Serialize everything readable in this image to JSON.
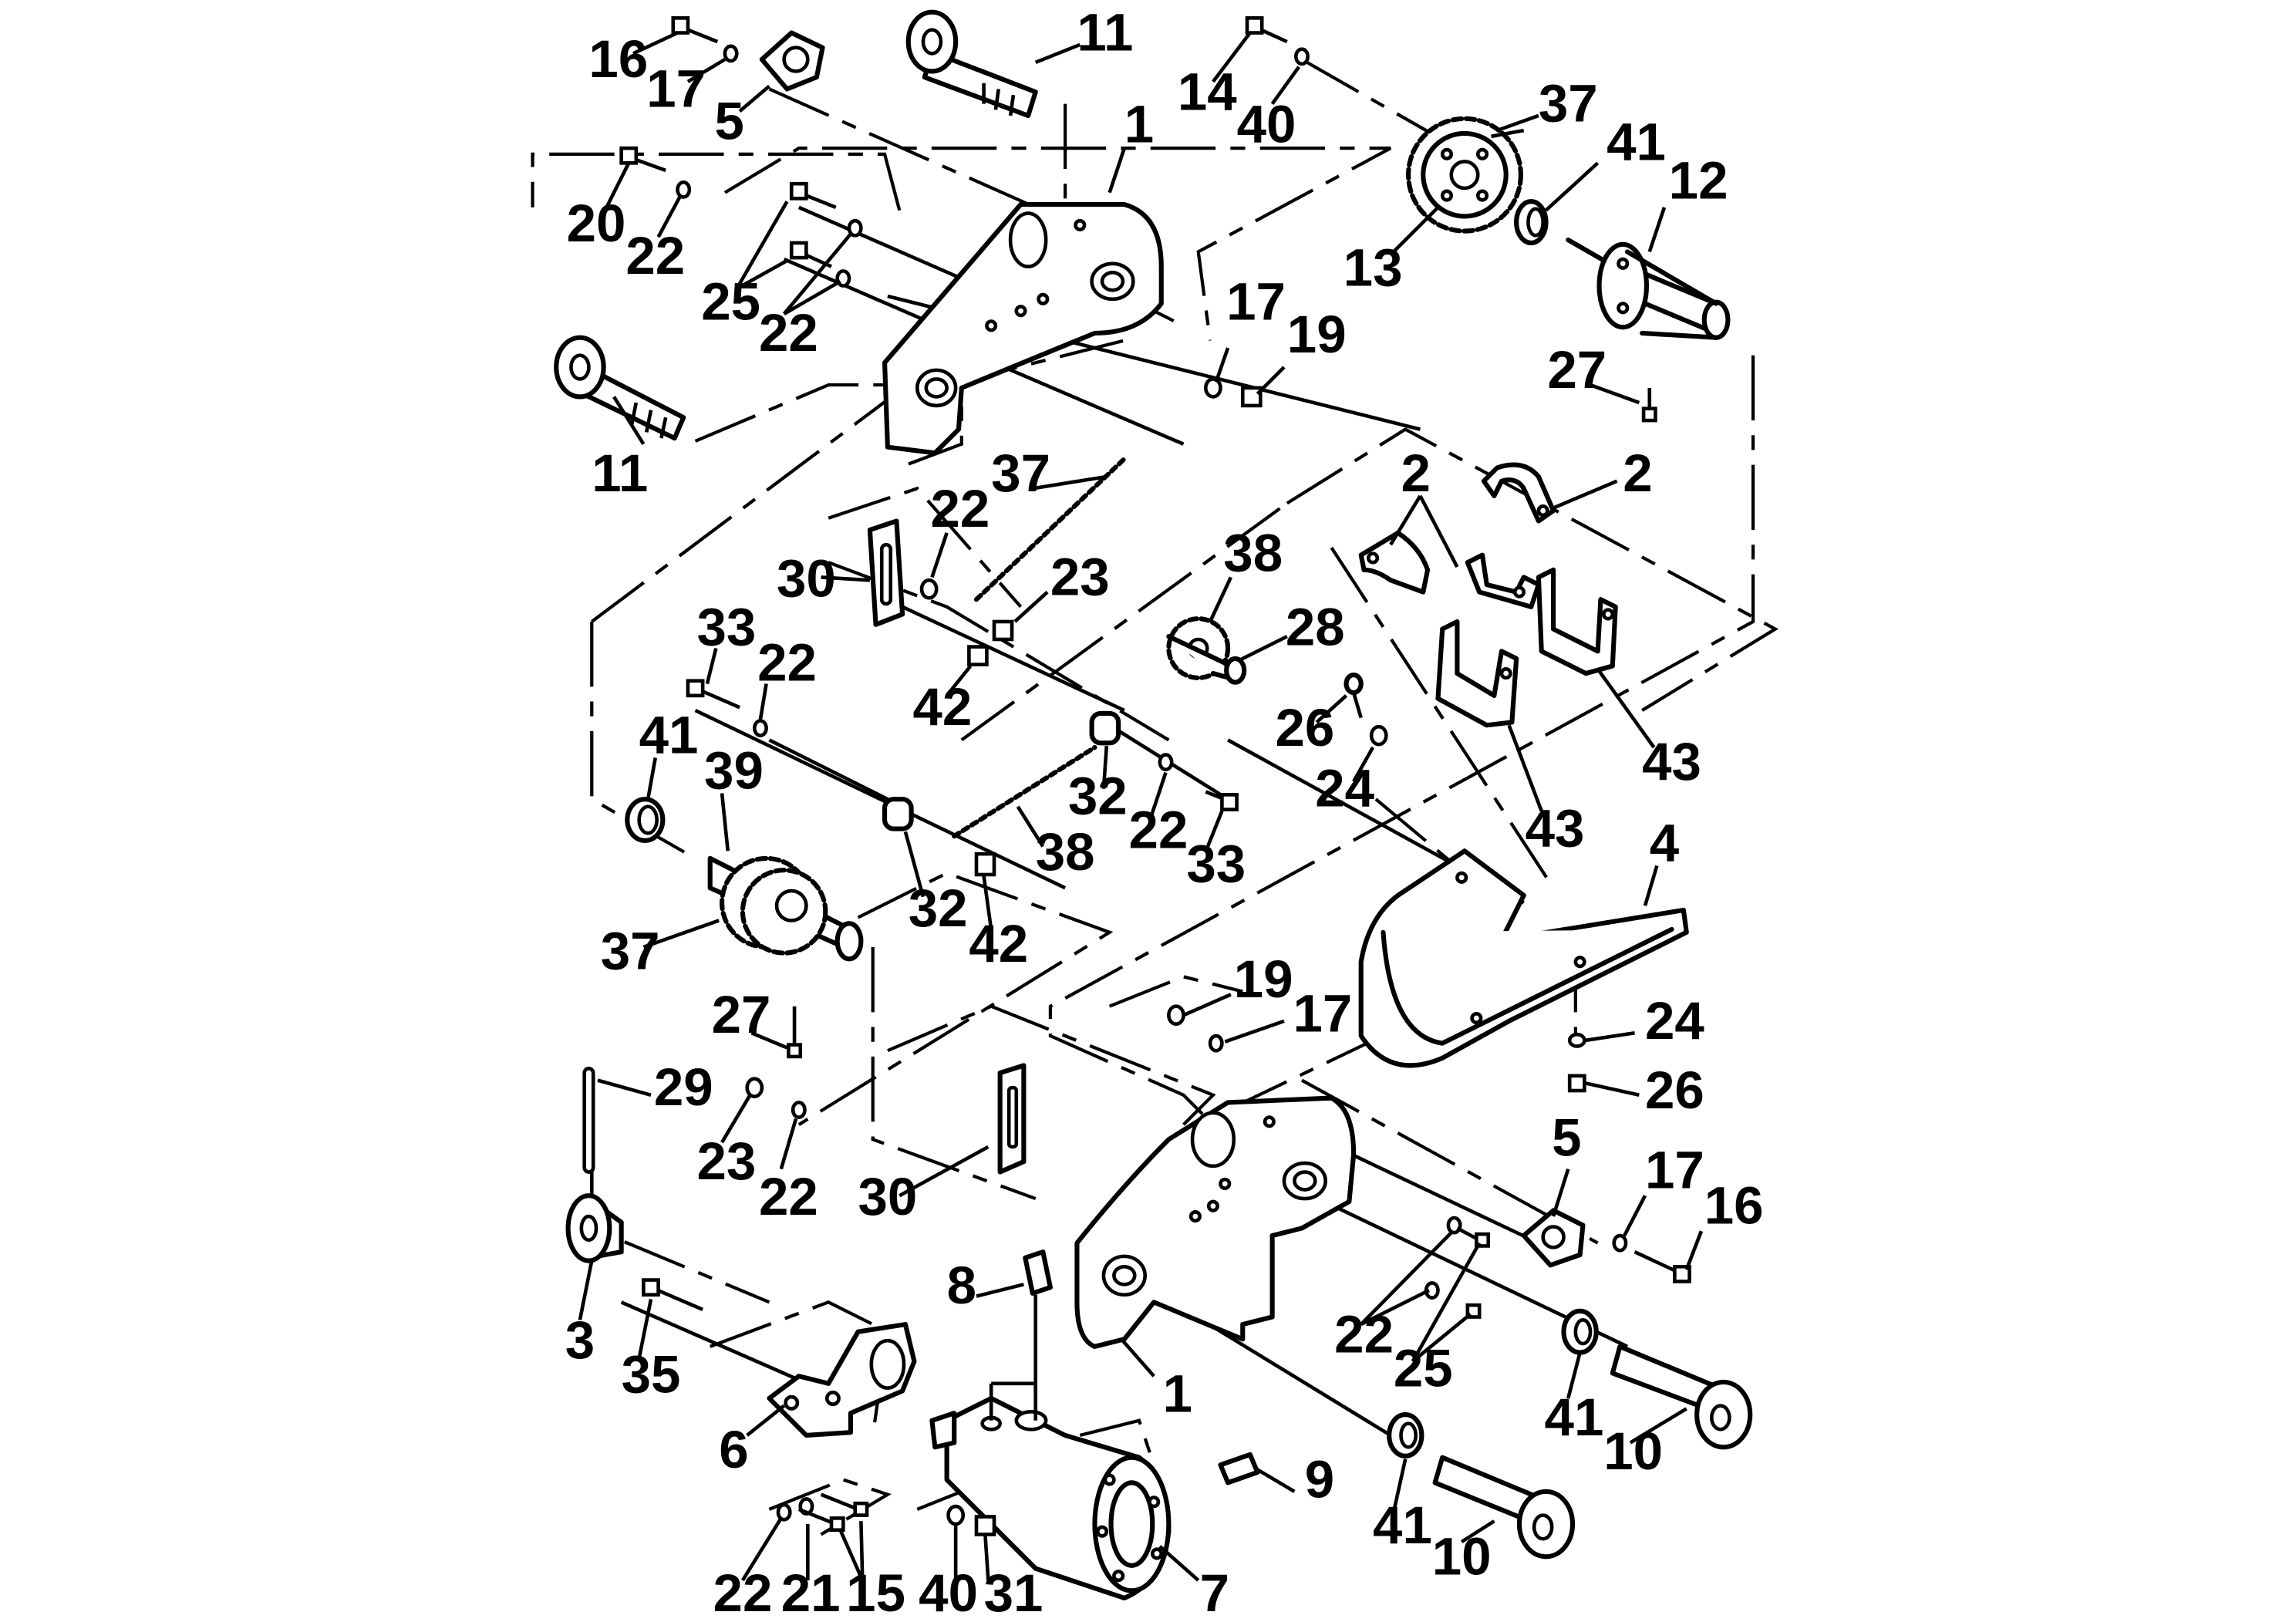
{
  "callouts": [
    "16",
    "17",
    "5",
    "11",
    "1",
    "14",
    "40",
    "37",
    "41",
    "12",
    "20",
    "22",
    "25",
    "22",
    "13",
    "17",
    "19",
    "27",
    "11",
    "37",
    "2",
    "2",
    "22",
    "30",
    "23",
    "38",
    "28",
    "42",
    "33",
    "22",
    "26",
    "24",
    "43",
    "43",
    "41",
    "39",
    "32",
    "22",
    "33",
    "32",
    "38",
    "42",
    "37",
    "4",
    "27",
    "19",
    "17",
    "24",
    "26",
    "29",
    "23",
    "22",
    "30",
    "5",
    "17",
    "16",
    "3",
    "35",
    "8",
    "22",
    "25",
    "1",
    "41",
    "10",
    "6",
    "9",
    "22",
    "21",
    "15",
    "40",
    "31",
    "7",
    "41",
    "10"
  ],
  "colors": {
    "ink": "#000000",
    "paper": "#ffffff"
  }
}
